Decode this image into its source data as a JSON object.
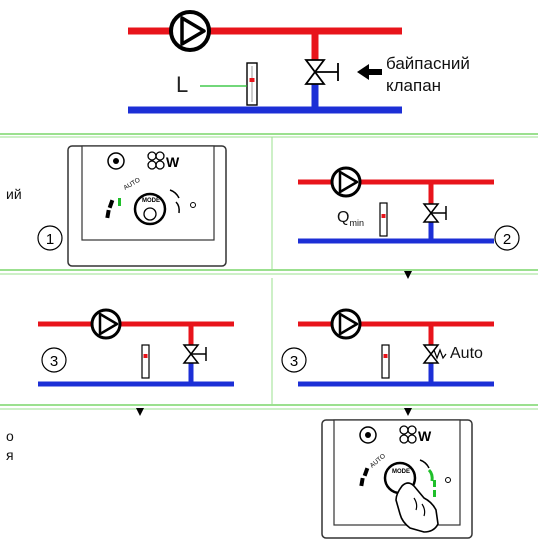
{
  "diagram": {
    "bypass_label_line1": "байпасний",
    "bypass_label_line2": "клапан",
    "flow_indicator_label": "L",
    "qmin_main": "Q",
    "qmin_sub": "min",
    "auto_label": "Auto",
    "left_cut_text_1": "ий",
    "left_cut_text_2": "о",
    "left_cut_text_3": "я",
    "step_numbers": [
      "1",
      "2",
      "3",
      "3"
    ],
    "controller_letter": "W",
    "controller_auto": "AUTO",
    "controller_mode": "MODE"
  },
  "colors": {
    "hot_pipe": "#e8141b",
    "cold_pipe": "#1c2fd6",
    "grid_line": "#9be08f",
    "indicator_green": "#1fbf2a",
    "ink": "#111111"
  },
  "icons": [
    "pump-icon",
    "valve-icon",
    "arrow-left-icon",
    "arrow-down-icon",
    "hand-pointer-icon",
    "flow-indicator-icon"
  ]
}
